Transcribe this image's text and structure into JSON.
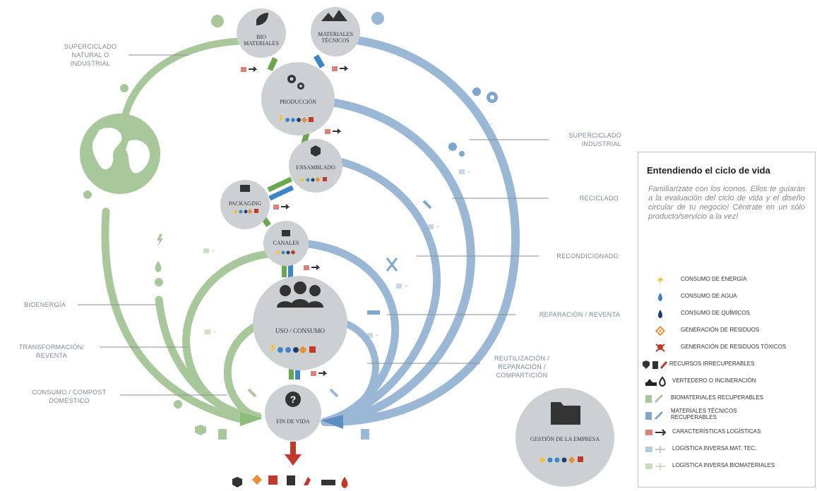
{
  "diagram": {
    "nodes": {
      "bio": "BIO MATERIALES",
      "tecnicos": "MATERIALES TÉCNICOS",
      "produccion": "PRODUCCIÓN",
      "ensamblado": "ENSAMBLADO",
      "packaging": "PACKAGING",
      "canales": "CANALES",
      "uso": "USO / CONSUMO",
      "fin": "FIN DE VIDA",
      "gestion": "GESTIÓN DE LA EMPRESA"
    },
    "labels": {
      "superciclado_natural": "SUPERCICLADO NATURAL O INDUSTRIAL",
      "superciclado_industrial": "SUPERCICLADO INDUSTRIAL",
      "reciclado": "RECICLADO",
      "recondicionado": "RECONDICIONADO",
      "reparacion_reventa": "REPARACIÓN / REVENTA",
      "reutilizacion": "REUTILIZACIÓN / REPARACIÓN / COMPARTICIÓN",
      "bioenergia": "BIOENERGÍA",
      "transformacion": "TRANSFORMACIÓN/ REVENTA",
      "consumo_compost": "CONSUMO / COMPOST DOMÉSTICO"
    },
    "colors": {
      "green": "#a8c89b",
      "blue": "#9ab8d6",
      "node": "#cdd0d3",
      "red": "#c0392b",
      "dark": "#333333"
    }
  },
  "legend": {
    "title": "Entendiendo el ciclo de vida",
    "description": "Familiarízate con los iconos. Ellos te guiarán a la evaluación del ciclo de vida y el diseño circular de tu negocio! Céntrate en un sólo producto/servicio a la vez!",
    "items": [
      {
        "icon": "lightning-icon",
        "label": "CONSUMO DE ENERGÍA"
      },
      {
        "icon": "water-drop-icon",
        "label": "CONSUMO DE AGUA"
      },
      {
        "icon": "chemical-drop-icon",
        "label": "CONSUMO DE QUÍMICOS"
      },
      {
        "icon": "waste-diamond-icon",
        "label": "GENERACIÓN DE RESIDUOS"
      },
      {
        "icon": "toxic-skull-icon",
        "label": "GENERACIÓN DE RESIDUOS TÓXICOS"
      },
      {
        "icon": "shield-trash-icon",
        "label": "RECURSOS IRRECUPERABLES"
      },
      {
        "icon": "landfill-fire-icon",
        "label": "VERTEDERO O INCINERACIÓN"
      },
      {
        "icon": "bio-recover-icon",
        "label": "BIOMATERIALES RECUPERABLES"
      },
      {
        "icon": "tech-recover-icon",
        "label": "MATERIALES TÉCNICOS RECUPERABLES"
      },
      {
        "icon": "logistics-icon",
        "label": "CARACTERÍSTICAS LOGÍSTICAS"
      },
      {
        "icon": "reverse-tech-icon",
        "label": "LOGÍSTICA INVERSA MAT. TEC."
      },
      {
        "icon": "reverse-bio-icon",
        "label": "LOGÍSTICA INVERSA BIOMATERIALES"
      }
    ]
  }
}
